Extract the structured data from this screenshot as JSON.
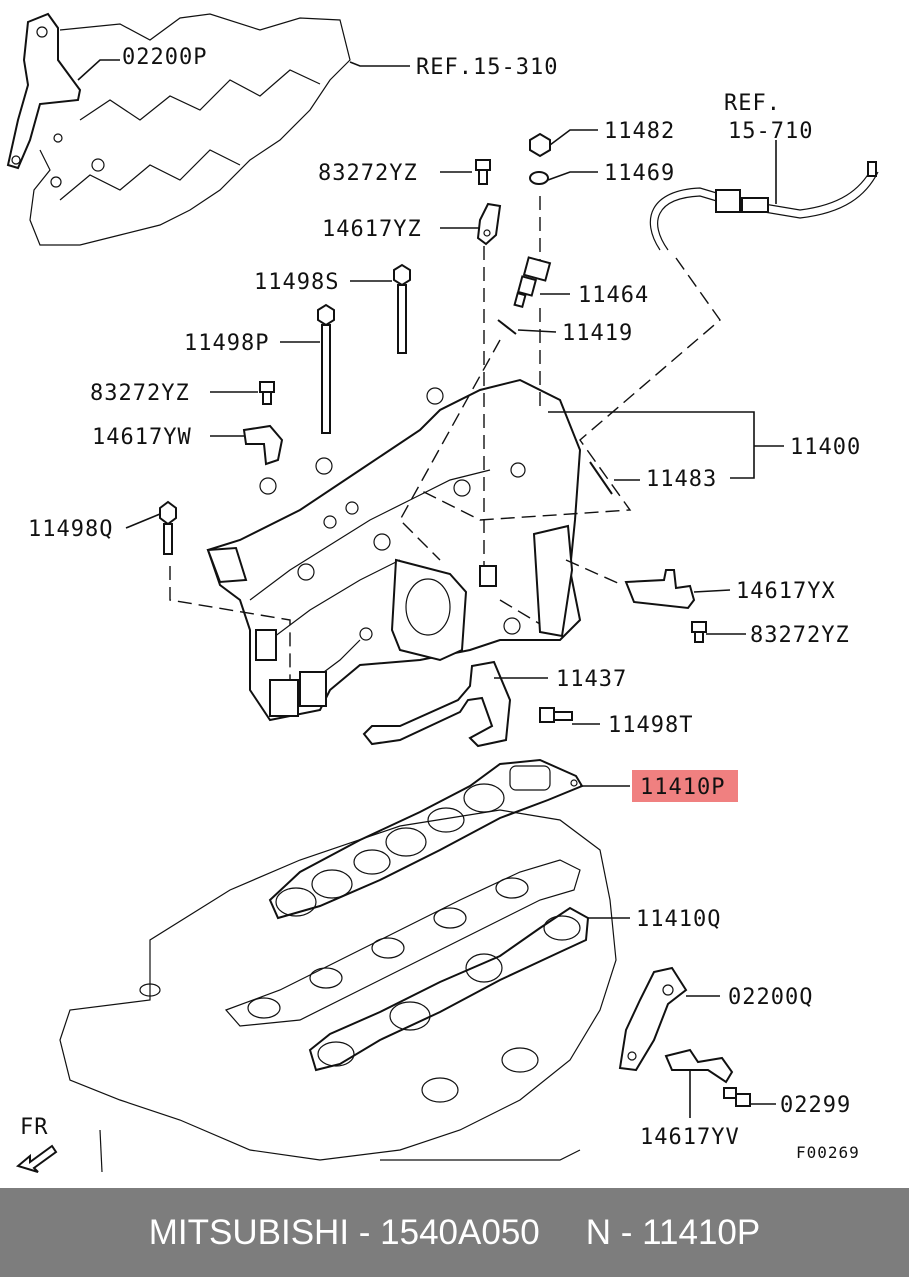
{
  "labels": {
    "p02200P": "02200P",
    "ref15310": "REF.15-310",
    "ref15710_a": "REF.",
    "ref15710_b": "15-710",
    "p11482": "11482",
    "p11469": "11469",
    "p83272YZ_1": "83272YZ",
    "p14617YZ": "14617YZ",
    "p11498S": "11498S",
    "p11464": "11464",
    "p11419": "11419",
    "p11498P": "11498P",
    "p83272YZ_2": "83272YZ",
    "p11400": "11400",
    "p14617YW": "14617YW",
    "p11483": "11483",
    "p11498Q": "11498Q",
    "p14617YX": "14617YX",
    "p83272YZ_3": "83272YZ",
    "p11437": "11437",
    "p11498T": "11498T",
    "p11410P": "11410P",
    "p11410Q": "11410Q",
    "p02200Q": "02200Q",
    "p02299": "02299",
    "p14617YV": "14617YV",
    "fr": "FR",
    "figure_code": "F00269"
  },
  "highlight_color": "#f08080",
  "footer": {
    "left": "MITSUBISHI - 1540A050",
    "right": "N - 11410P"
  }
}
